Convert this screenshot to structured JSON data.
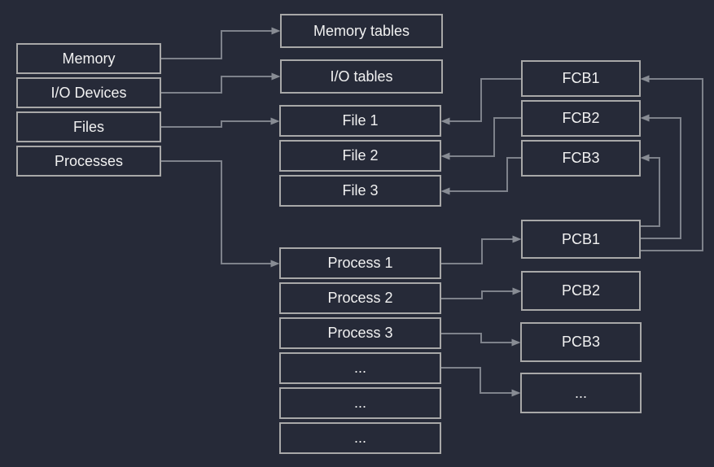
{
  "colors": {
    "background": "#262a38",
    "box_border": "#a8a8a8",
    "connector": "#7e828b",
    "text": "#f1f1f1"
  },
  "system_table": {
    "rows": [
      "Memory",
      "I/O Devices",
      "Files",
      "Processes"
    ]
  },
  "memory_tables": {
    "label": "Memory tables"
  },
  "io_tables": {
    "label": "I/O tables"
  },
  "file_table": {
    "rows": [
      "File 1",
      "File 2",
      "File 3"
    ]
  },
  "fcb_table": {
    "rows": [
      "FCB1",
      "FCB2",
      "FCB3"
    ]
  },
  "process_table": {
    "rows": [
      "Process 1",
      "Process 2",
      "Process 3",
      "...",
      "...",
      "..."
    ]
  },
  "pcb_boxes": [
    {
      "label": "PCB1"
    },
    {
      "label": "PCB2"
    },
    {
      "label": "PCB3"
    },
    {
      "label": "..."
    }
  ],
  "edges": [
    {
      "from": "Memory",
      "to": "Memory tables"
    },
    {
      "from": "I/O Devices",
      "to": "I/O tables"
    },
    {
      "from": "Files",
      "to": "File 1"
    },
    {
      "from": "Processes",
      "to": "Process 1"
    },
    {
      "from": "FCB1",
      "to": "File 1"
    },
    {
      "from": "FCB2",
      "to": "File 2"
    },
    {
      "from": "FCB3",
      "to": "File 3"
    },
    {
      "from": "Process 1",
      "to": "PCB1"
    },
    {
      "from": "Process 2",
      "to": "PCB2"
    },
    {
      "from": "Process 3",
      "to": "PCB3"
    },
    {
      "from": "Process row 4 (...)",
      "to": "PCB row 4 (...)"
    },
    {
      "from": "PCB1",
      "to": "FCB3"
    },
    {
      "from": "PCB1",
      "to": "FCB2"
    },
    {
      "from": "PCB1",
      "to": "FCB1"
    }
  ]
}
